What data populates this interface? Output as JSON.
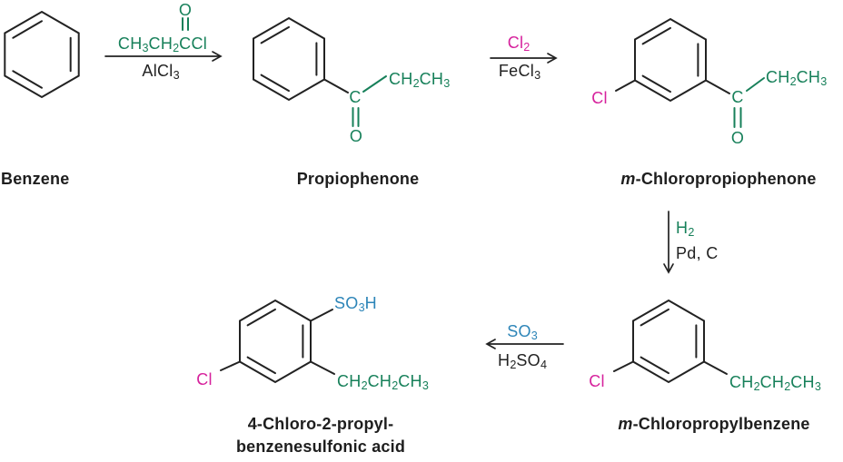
{
  "figure": {
    "background": "#ffffff"
  },
  "colors": {
    "structure": "#222222",
    "acyl_green": "#17805a",
    "chloro_magenta": "#d6219c",
    "sulfo_blue": "#2d85b8"
  },
  "molecules": {
    "benzene": {
      "label": "Benzene"
    },
    "propiophenone": {
      "label": "Propiophenone",
      "carbonyl_carbon": "C",
      "carbonyl_oxygen": "O",
      "ethyl": "CH2CH3"
    },
    "m_chloropropiophenone": {
      "label_prefix": "m",
      "label_rest": "-Chloropropiophenone",
      "chloro": "Cl",
      "carbonyl_carbon": "C",
      "carbonyl_oxygen": "O",
      "ethyl": "CH2CH3"
    },
    "m_chloropropylbenzene": {
      "label_prefix": "m",
      "label_rest": "-Chloropropylbenzene",
      "chloro": "Cl",
      "propyl": "CH2CH2CH3"
    },
    "chloro_propyl_benzenesulfonic_acid": {
      "label_line1": "4-Chloro-2-propyl-",
      "label_line2": "benzenesulfonic acid",
      "chloro": "Cl",
      "sulfonic_acid": "SO3H",
      "propyl": "CH2CH2CH3"
    }
  },
  "reactions": {
    "acylation": {
      "reagent": "CH3CH2CCl",
      "reagent_oxygen": "O",
      "catalyst": "AlCl3"
    },
    "chlorination": {
      "reagent": "Cl2",
      "catalyst": "FeCl3"
    },
    "hydrogenation": {
      "reagent": "H2",
      "catalyst": "Pd, C"
    },
    "sulfonation": {
      "reagent": "SO3",
      "catalyst": "H2SO4"
    }
  }
}
